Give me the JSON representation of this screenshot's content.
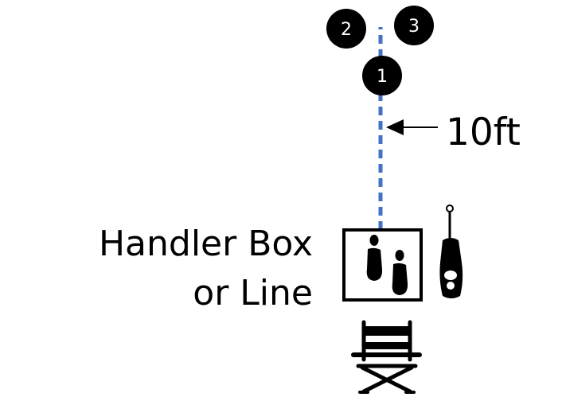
{
  "diagram": {
    "markers": [
      {
        "label": "2"
      },
      {
        "label": "3"
      },
      {
        "label": "1"
      }
    ],
    "distance_label": "10ft",
    "handler_label_line1": "Handler Box",
    "handler_label_line2": "or Line",
    "colors": {
      "dashed_line": "#4472c4",
      "marker_fill": "#000000",
      "marker_text": "#ffffff",
      "ink": "#000000"
    },
    "icons": {
      "handler_position": "footprints-icon",
      "dog": "dog-on-leash-icon",
      "judge_seat": "director-chair-icon"
    }
  }
}
